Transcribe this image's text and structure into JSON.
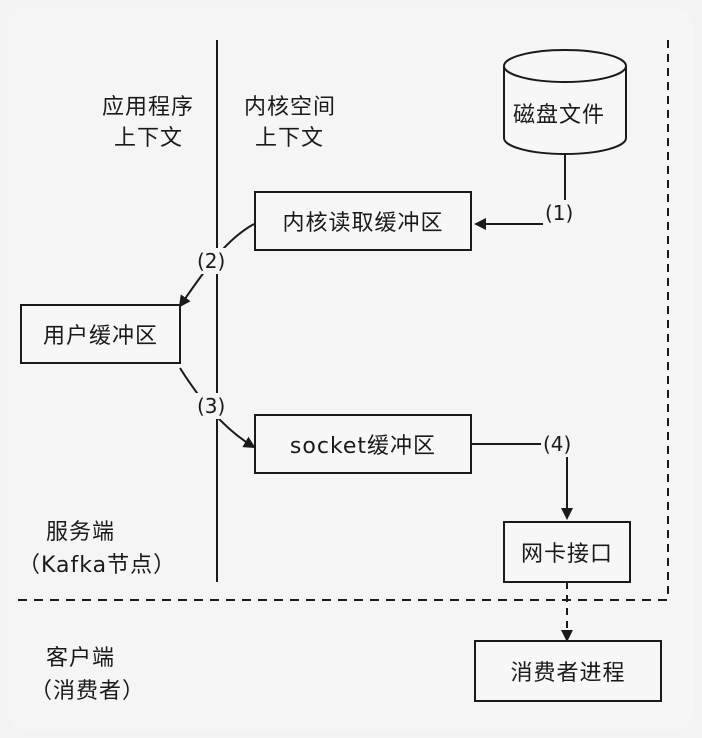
{
  "labels": {
    "app_context_line1": "应用程序",
    "app_context_line2": "上下文",
    "kernel_context_line1": "内核空间",
    "kernel_context_line2": "上下文",
    "server_line1": "服务端",
    "server_line2": "（Kafka节点）",
    "client_line1": "客户端",
    "client_line2": "（消费者）"
  },
  "nodes": {
    "disk": "磁盘文件",
    "kernel_read_buffer": "内核读取缓冲区",
    "user_buffer": "用户缓冲区",
    "socket_buffer": "socket缓冲区",
    "nic": "网卡接口",
    "consumer_process": "消费者进程"
  },
  "steps": {
    "s1": "(1)",
    "s2": "(2)",
    "s3": "(3)",
    "s4": "(4)"
  }
}
